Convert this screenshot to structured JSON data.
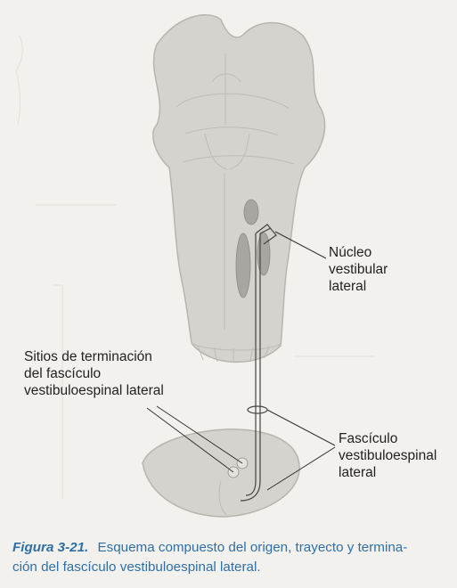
{
  "labels": {
    "nucleo": [
      "Núcleo",
      "vestibular",
      "lateral"
    ],
    "sitios": [
      "Sitios de terminación",
      "del fascículo",
      "vestibuloespinal lateral"
    ],
    "fasciculo": [
      "Fascículo",
      "vestibuloespinal",
      "lateral"
    ]
  },
  "caption": {
    "figure_number": "Figura 3-21.",
    "line1": "Esquema compuesto del origen, trayecto y termina-",
    "line2": "ción del fascículo vestibuloespinal lateral."
  },
  "colors": {
    "background": "#f3f1ed",
    "brainstem_fill": "#d6d3ce",
    "brainstem_stroke": "#b8b4ae",
    "nucleus_fill": "#a9a6a2",
    "tract_stroke": "#444444",
    "caption_text": "#2f6fa6"
  }
}
